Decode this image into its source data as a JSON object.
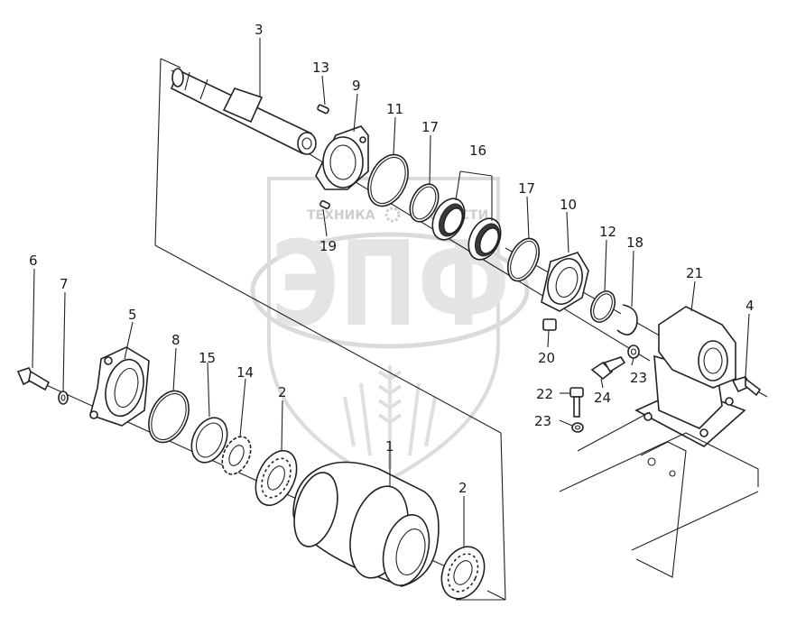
{
  "watermark": {
    "line1_left": "ТЕХНИКА",
    "line1_right": "ЗАПЧАСТИ",
    "logo": "ЭПФ"
  },
  "colors": {
    "line": "#222222",
    "watermark": "#d8d8d8",
    "background": "#ffffff"
  },
  "labels": [
    {
      "id": "l3",
      "text": "3"
    },
    {
      "id": "l13",
      "text": "13"
    },
    {
      "id": "l9",
      "text": "9"
    },
    {
      "id": "l11",
      "text": "11"
    },
    {
      "id": "l17a",
      "text": "17"
    },
    {
      "id": "l16",
      "text": "16"
    },
    {
      "id": "l17b",
      "text": "17"
    },
    {
      "id": "l10",
      "text": "10"
    },
    {
      "id": "l12",
      "text": "12"
    },
    {
      "id": "l18",
      "text": "18"
    },
    {
      "id": "l21",
      "text": "21"
    },
    {
      "id": "l4",
      "text": "4"
    },
    {
      "id": "l19",
      "text": "19"
    },
    {
      "id": "l20",
      "text": "20"
    },
    {
      "id": "l23a",
      "text": "23"
    },
    {
      "id": "l24",
      "text": "24"
    },
    {
      "id": "l22",
      "text": "22"
    },
    {
      "id": "l23b",
      "text": "23"
    },
    {
      "id": "l6",
      "text": "6"
    },
    {
      "id": "l7",
      "text": "7"
    },
    {
      "id": "l5",
      "text": "5"
    },
    {
      "id": "l8",
      "text": "8"
    },
    {
      "id": "l15",
      "text": "15"
    },
    {
      "id": "l14",
      "text": "14"
    },
    {
      "id": "l2a",
      "text": "2"
    },
    {
      "id": "l1",
      "text": "1"
    },
    {
      "id": "l2b",
      "text": "2"
    }
  ]
}
